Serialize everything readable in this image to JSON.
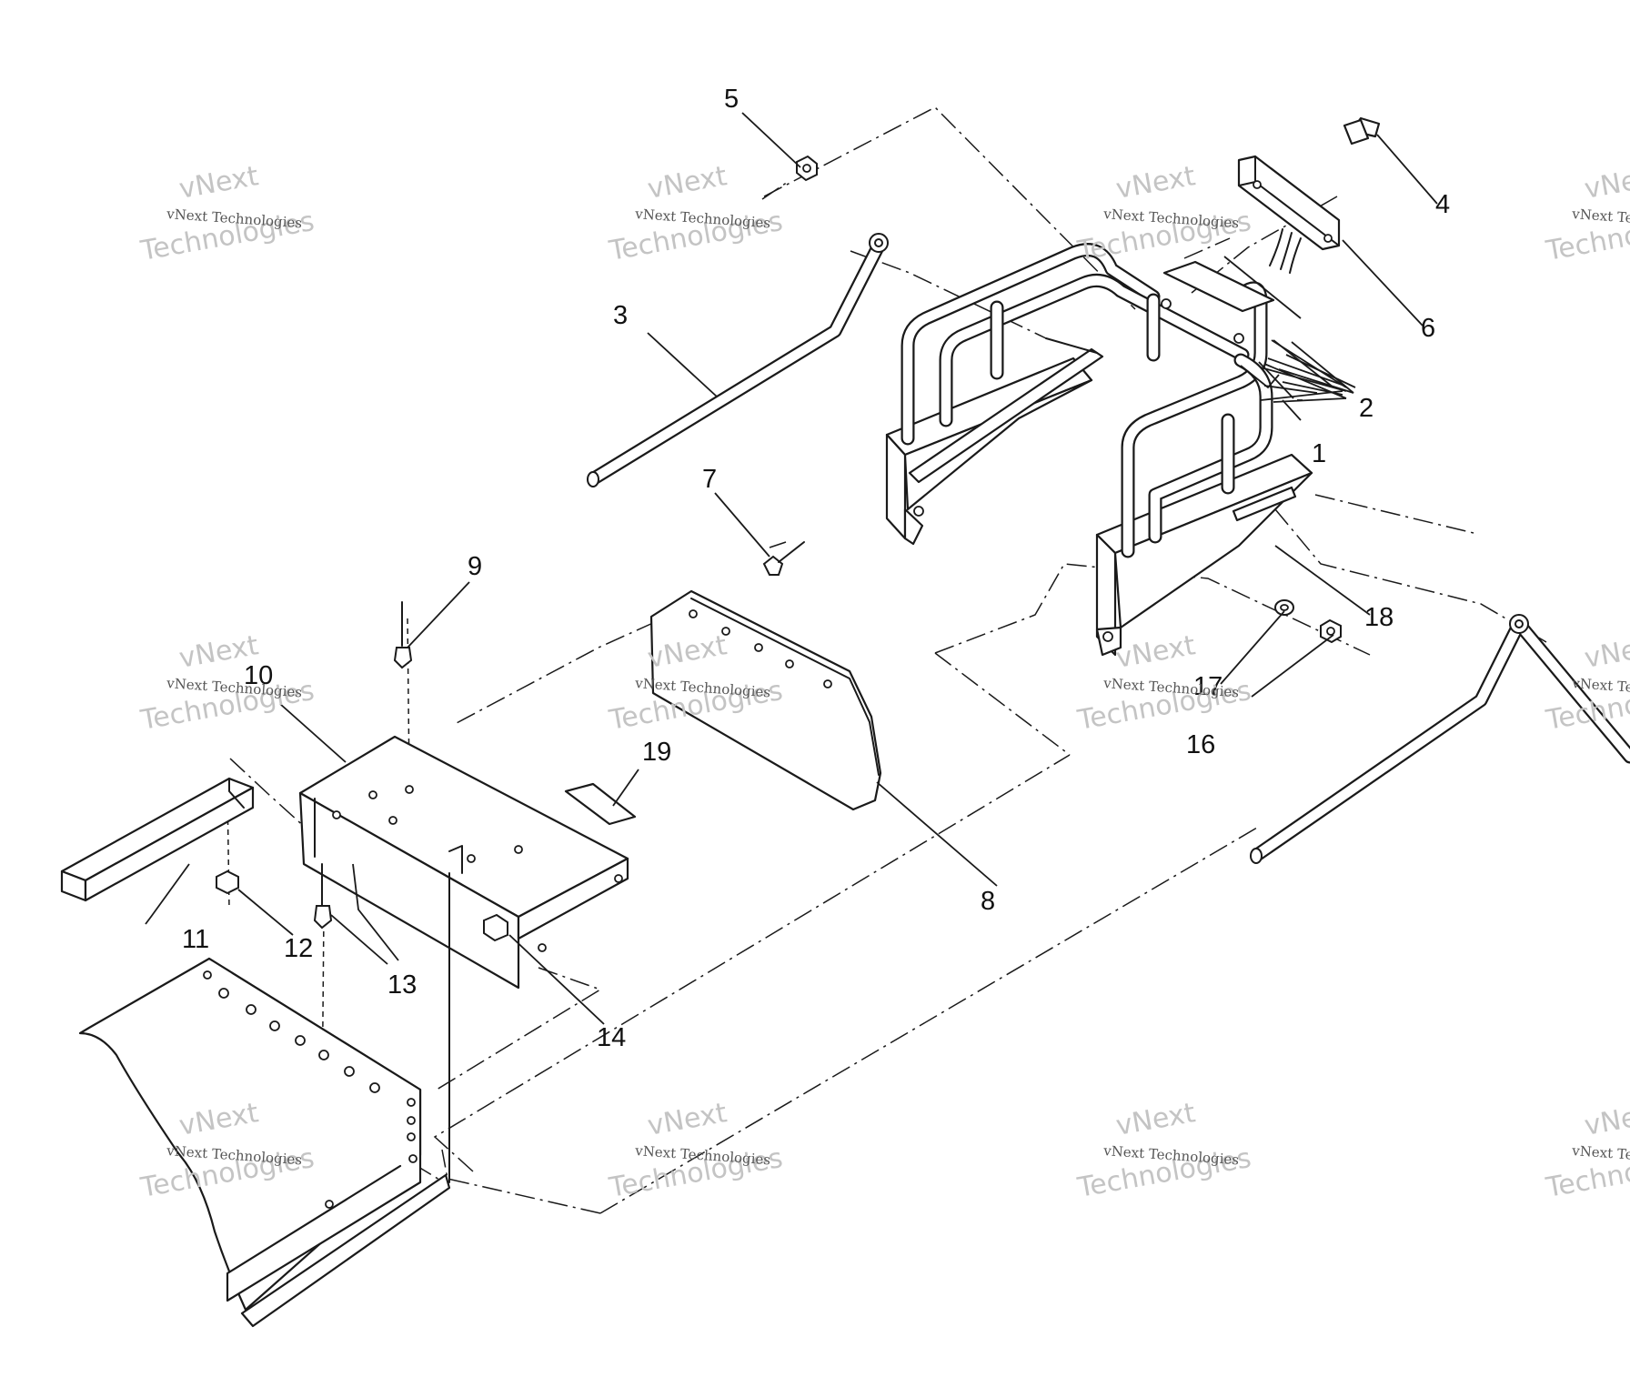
{
  "callouts": [
    {
      "id": "1",
      "label": "1"
    },
    {
      "id": "2",
      "label": "2"
    },
    {
      "id": "3",
      "label": "3"
    },
    {
      "id": "4",
      "label": "4"
    },
    {
      "id": "5",
      "label": "5"
    },
    {
      "id": "6",
      "label": "6"
    },
    {
      "id": "7",
      "label": "7"
    },
    {
      "id": "8",
      "label": "8"
    },
    {
      "id": "9",
      "label": "9"
    },
    {
      "id": "10",
      "label": "10"
    },
    {
      "id": "11",
      "label": "11"
    },
    {
      "id": "12",
      "label": "12"
    },
    {
      "id": "13",
      "label": "13"
    },
    {
      "id": "14",
      "label": "14"
    },
    {
      "id": "16",
      "label": "16"
    },
    {
      "id": "17",
      "label": "17"
    },
    {
      "id": "18",
      "label": "18"
    },
    {
      "id": "19",
      "label": "19"
    }
  ],
  "watermark": {
    "brand": "vNext",
    "company": "vNext Technologies",
    "word": "Technologies"
  }
}
